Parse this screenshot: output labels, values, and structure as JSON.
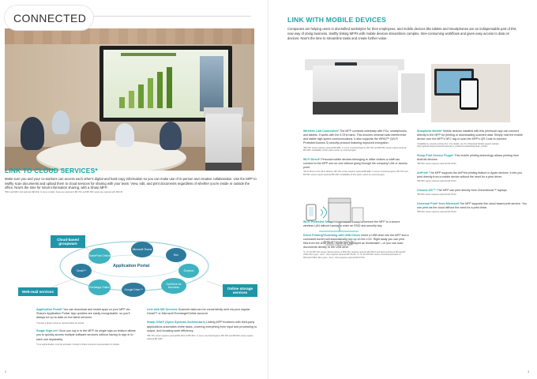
{
  "left": {
    "header_pill": "CONNECTED",
    "section_title": "LINK TO CLOUD SERVICES*",
    "intro": "Make sure you and your co-workers can access each other's digital and hard-copy information so you can make use of in-person and creative collaboration. Use the MFP to swiftly scan documents and upload them to cloud services for sharing with your team. View, edit, and print documents regardless of whether you're inside or outside the office. Now's the time for smart information sharing, with a Sharp MFP.",
    "intro_footnote": "*MFC and MFC with optional DEVICE. In some models, these are optional in BP-70C and BP-50C series are optional with MFC-B.",
    "diagram": {
      "cloud_group": "Cloud-based groupware",
      "web_services": "Web-mail services",
      "storage": "Online storage services",
      "portal": "Application Portal",
      "nodes": [
        "SharePoint Online",
        "Microsoft Teams",
        "Box",
        "Gmail™",
        "Dropbox",
        "Exchange Online",
        "Google Drive™",
        "OneDrive for Business"
      ]
    },
    "col1": [
      {
        "title": "Application Portal*",
        "text": "You can download and install apps on your MFP via Sharp's Application Portal. App updates are easily recognizable, so you'll always be up-to-date on the latest services.",
        "note": "*Contact a Sharp customer representative for details."
      },
      {
        "title": "Single Sign-on*",
        "text": "Once you log in to the MFP, its single sign-on feature allows you to quickly access multiple software services without having to sign in to each one separately.",
        "note": "*Your authentication must be activated. Contact a Sharp customer representative for details."
      }
    ],
    "col2": [
      {
        "title": "Link with MS Services",
        "text": "Scanned data can be conveniently sent via your regular Gmail™ or Microsoft Exchange/Online account."
      },
      {
        "title": "Sharp OSA® (Open Systems Architecture)",
        "text": "Linking MFP functions with third-party applications automates entire tasks, covering everything from input and processing to output, and boosting work efficiency.",
        "note": "*BP-70C series requires optional BP-AM1 for BP-50C. In some countries/regions, BP-70C and BP-50C series require optional BP-AM3."
      }
    ],
    "page_number": "2"
  },
  "right": {
    "section_title": "LINK WITH MOBILE DEVICES",
    "intro": "Companies are helping users in diversified workstyles for their employees, and mobile devices like tablets and smartphones are an indispensable part of this new way of doing business. Swiftly linking MFPs with mobile devices streamlines complex, time-consuming workflows and gives easy access to data on devices. Now's the time to streamline tasks and create further value.",
    "col1": [
      {
        "title": "Wireless LAN Connection*",
        "text": "The MFP connects wirelessly with PCs, smartphones, and tablets. It works with the 5 GHz band. This ensures minimal radio interference and stable high-speed communications. It also supports the WPA3™ (Wi-Fi Protected Access 3) security protocol featuring improved encryption.",
        "note": "*BP-70C series requires optional BP-EB1. In some countries/regions, BP-70C and BP-50C series require optional BP-AM3. Availability of this option varies by country/region."
      },
      {
        "title": "Wi-Fi Direct*",
        "text": "Personal mobile devices belonging to office visitors or staff can connect to the MFP one-on-one without going through the company LAN or access point.",
        "note": "*Wi-Fi Direct is the Wi-Fi Alliance. BP-70C series requires optional BP-EB1. In some countries/regions, BP-70C and BP-50C series require optional BP-AM3. Availability of this option varies by country/region."
      },
      {
        "title": "Wi-Fi Protected Setup™",
        "text": "This makes it easy to connect the MFP to a secure wireless LAN without having to enter an SSID and security key."
      },
      {
        "title": "Direct Printing*/Scanning with USB Drives",
        "text": "Insert a USB drive into the MFP and a command screen will automatically pop up on the LCD. Right away you can print files from the USB drive—which are displayed as thumbnails*—or you can scan documents directly to the USB drive.",
        "note": "*1: On the BP-70C series, direct printing of PDF files requires optional MX-PK13 and direct printing of Microsoft® Office files (.pptx, .docx, .xlsx) requires optional MX-PU10. *2: On the BP-50C series, thumbnail previews of Microsoft Office files (.pptx, .docx, .xlsx) requires optional MX-PU10."
      }
    ],
    "figure_caption": "Mobile devices can access the company LAN via the MFP",
    "col2": [
      {
        "title": "Sharpdesk Mobile*",
        "text": "Mobile devices installed with this print/scan app can connect directly to the MFP for printing or downloading scanned data. Simply hold the mobile device over the MFP's NFC tag or scan the MFP's QR Code to connect.",
        "note": "*Available by network printing from. For details, see the Sharpdesk Mobile support website: https://global.sharp/products/copier/docu_solutions/mobile/sharpdesk_mobile/"
      },
      {
        "title": "Sharp Print Service Plugin*",
        "text": "This mobile printing technology allows printing from Android devices.",
        "note": "*BP-50C series requires optional MX-PK13."
      },
      {
        "title": "AirPrint*",
        "text": "The MFP supports the AirPrint printing feature in Apple devices. It lets you print directly from a mobile device without the need for a print driver.",
        "note": "*BP-50C series requires optional MX-PK13."
      },
      {
        "title": "Chrome OS™*",
        "text": "The MFP can print directly from Chromebook™ laptops.",
        "note": "*BP-50C series requires optional MX-PK13."
      },
      {
        "title": "Universal Print* from Microsoft",
        "text": "The MFP supports this cloud-based print service. You can print via the cloud without the need for a print driver.",
        "note": "*BP-50C series requires optional MX-PK13."
      }
    ],
    "page_number": "3"
  },
  "colors": {
    "accent": "#1aa6a6",
    "diagram_blue": "#1f95a8",
    "node_dark": "#2e7a9e",
    "node_light": "#3fb2c0"
  }
}
